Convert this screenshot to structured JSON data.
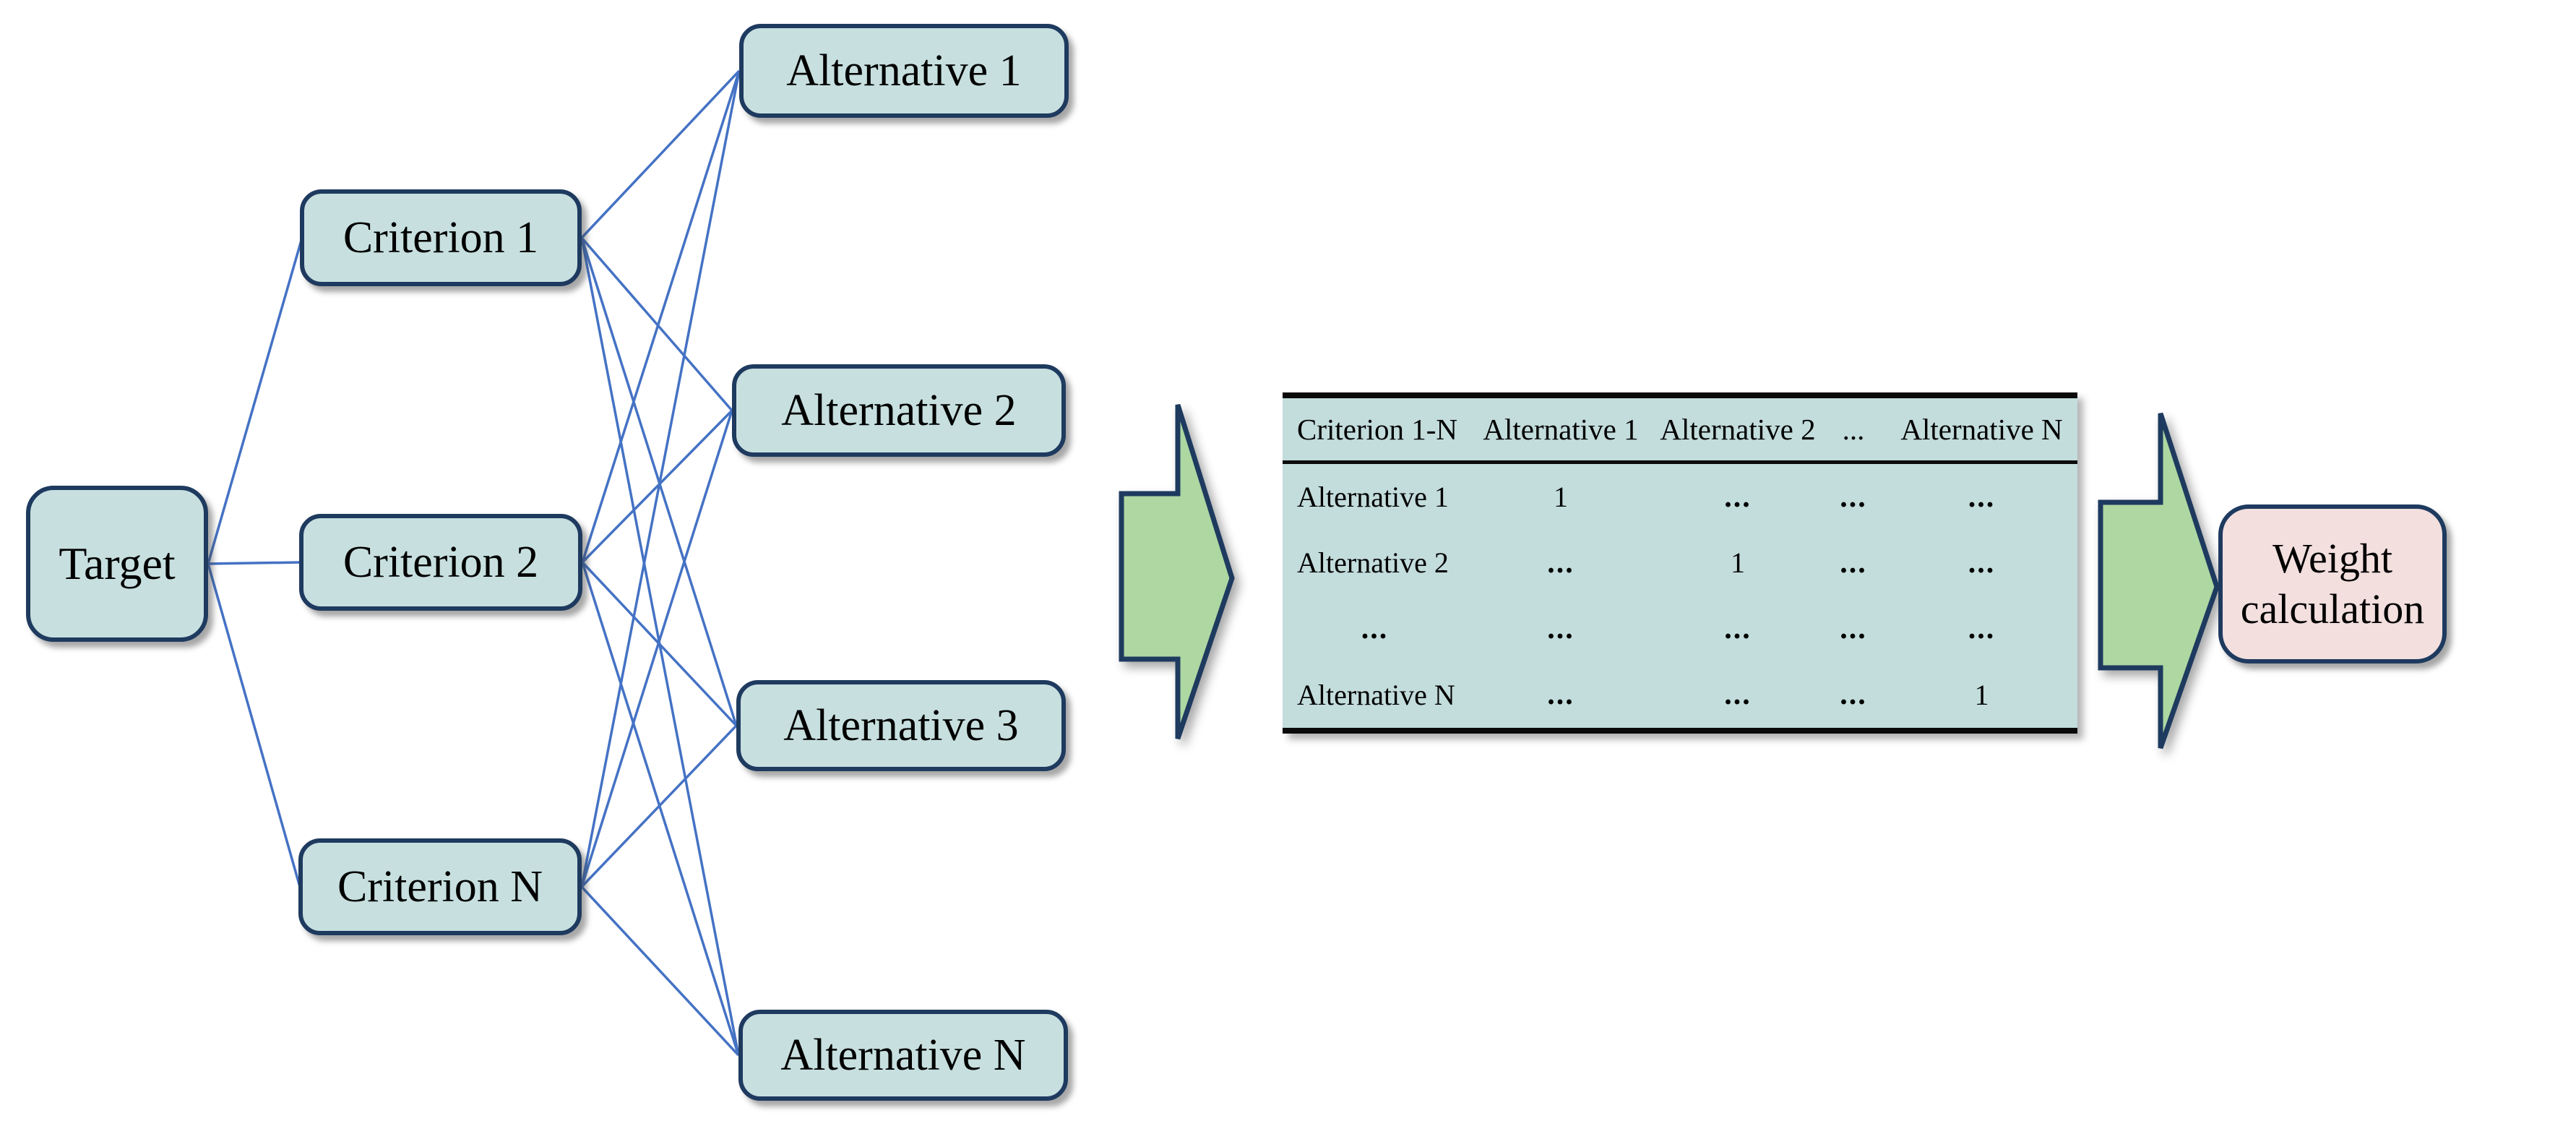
{
  "colors": {
    "box_fill": "#c7dfdf",
    "box_border": "#1e3a5f",
    "line": "#4472c4",
    "arrow_fill": "#aed7a2",
    "result_fill": "#f2dfde",
    "table_bg": "#c3dcdc",
    "table_line": "#0a0a0a",
    "ink": "#000000"
  },
  "nodes": {
    "target": "Target",
    "criterion_1": "Criterion 1",
    "criterion_2": "Criterion 2",
    "criterion_n": "Criterion N",
    "alternative_1": "Alternative 1",
    "alternative_2": "Alternative 2",
    "alternative_3": "Alternative 3",
    "alternative_n": "Alternative N",
    "result": "Weight calculation"
  },
  "matrix": {
    "headers": [
      "Criterion 1-N",
      "Alternative 1",
      "Alternative 2",
      "...",
      "Alternative N"
    ],
    "rows": [
      [
        "Alternative 1",
        "1",
        "...",
        "...",
        "..."
      ],
      [
        "Alternative 2",
        "...",
        "1",
        "...",
        "..."
      ],
      [
        "...",
        "...",
        "...",
        "...",
        "..."
      ],
      [
        "Alternative N",
        "...",
        "...",
        "...",
        "1"
      ]
    ]
  }
}
